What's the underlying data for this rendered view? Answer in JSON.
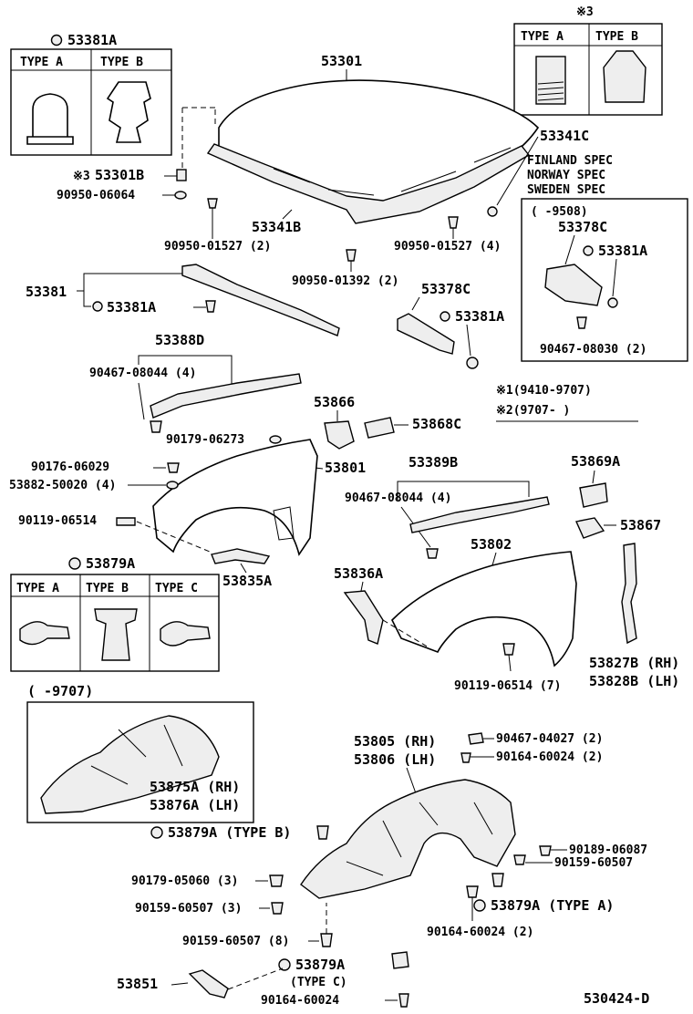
{
  "figure_id": "530424-D",
  "type_labels": {
    "a": "TYPE A",
    "b": "TYPE B",
    "c": "TYPE C"
  },
  "clip_box_1": {
    "title": "53381A"
  },
  "clip_box_3": {
    "title": "※3"
  },
  "clip_box_2": {
    "title": "53879A"
  },
  "hood": {
    "part": "53301",
    "insulator": "53301B",
    "insulator_mark": "※3",
    "insulator_clip": "90950-06064",
    "seal_front": "53341C",
    "seal_rear": "53341B",
    "clip_left": "90950-01527 (2)",
    "clip_right": "90950-01527 (4)",
    "clip_center": "90950-01392 (2)"
  },
  "spec_box": {
    "line1": "FINLAND SPEC",
    "line2": "NORWAY SPEC",
    "line3": "SWEDEN SPEC",
    "range": "(     -9508)",
    "part": "53378C",
    "clip": "53381A",
    "bolt": "90467-08030 (2)"
  },
  "seal_panel": {
    "part": "53381",
    "clip": "53381A"
  },
  "bracket_c": {
    "part": "53378C",
    "clip": "53381A"
  },
  "seal_388": {
    "part": "53388D",
    "clip": "90467-08044 (4)",
    "nut": "90179-06273"
  },
  "mid_parts": {
    "p53866": "53866",
    "p53868c": "53868C"
  },
  "date_notes": {
    "n1": "※1(9410-9707)",
    "n2": "※2(9707-       )"
  },
  "fender_lh": {
    "part": "53801",
    "bolt1": "90176-06029",
    "bolt2": "53882-50020 (4)",
    "bolt3": "90119-06514",
    "bracket": "53835A"
  },
  "fender_rh": {
    "seal": "53389B",
    "seal_clip": "90467-08044 (4)",
    "part": "53802",
    "bracket": "53836A",
    "bolt": "90119-06514 (7)",
    "p53869a": "53869A",
    "p53867": "53867",
    "rh": "53827B (RH)",
    "lh": "53828B (LH)"
  },
  "liner_box": {
    "range": "(     -9707)",
    "rh": "53875A (RH)",
    "lh": "53876A (LH)"
  },
  "liner": {
    "rh": "53805 (RH)",
    "lh": "53806 (LH)",
    "clip1": "90467-04027 (2)",
    "screw1": "90164-60024 (2)",
    "clip_b": "53879A (TYPE B)",
    "screw2": "90189-06087",
    "screw3": "90159-60507",
    "nut1": "90179-05060 (3)",
    "screw4": "90159-60507 (3)",
    "clip_a": "53879A (TYPE  A)",
    "screw5": "90164-60024 (2)",
    "screw6": "90159-60507 (8)",
    "clip_c": "53879A",
    "clip_c_type": "(TYPE  C)",
    "screw7": "90164-60024",
    "p53851": "53851"
  }
}
